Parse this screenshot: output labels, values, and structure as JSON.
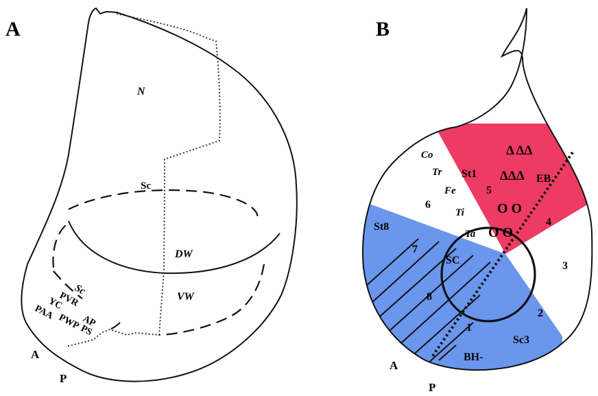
{
  "panel_a": {
    "label": "A",
    "region_n": "N",
    "sc_top": "Sc",
    "dw": "DW",
    "vw": "VW",
    "sc_side": "Sc",
    "pvr": "PVR",
    "yc": "YC",
    "paa": "PAA",
    "pwp": "PWP",
    "ap": "AP",
    "ps": "PS",
    "axis_a": "A",
    "axis_p": "P"
  },
  "panel_b": {
    "label": "B",
    "co": "Co",
    "tr": "Tr",
    "fe": "Fe",
    "ti": "Ti",
    "ta": "Ta",
    "st1": "St1",
    "st8": "St8",
    "sc": "SC",
    "sc3": "Sc3",
    "eb": "EB",
    "bh": "BH-",
    "tri_top": "Δ ΔΔ",
    "tri_bottom": "ΔΔΔ",
    "circ_top": "O O",
    "circ_bottom": "O O",
    "n1": "1",
    "n2": "2",
    "n3": "3",
    "n4": "4",
    "n5": "5",
    "n6": "6",
    "n7": "7",
    "n8": "8",
    "axis_a": "A",
    "axis_p": "P"
  },
  "colors": {
    "red_sector": "#ee3b63",
    "blue_sector": "#6a96ee",
    "outline": "#111111"
  }
}
